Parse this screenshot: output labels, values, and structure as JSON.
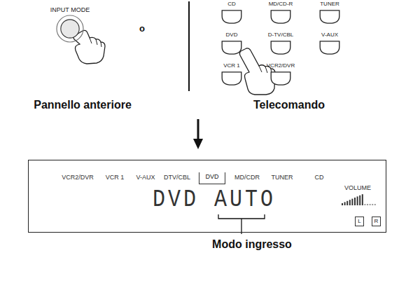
{
  "diagram": {
    "nodes": [
      {
        "text": [
          "INPUT MODE"
        ]
      },
      {
        "text": [
          "CD"
        ]
      },
      {
        "text": [
          "MD/CD-R"
        ]
      },
      {
        "text": [
          "TUNER"
        ]
      },
      {
        "text": [
          "DVD"
        ]
      },
      {
        "text": [
          "D-TV/CBL"
        ]
      },
      {
        "text": [
          "V-AUX"
        ]
      },
      {
        "text": [
          "VCR 1"
        ]
      },
      {
        "text": [
          "VCR2/DVR"
        ]
      },
      {
        "text": [
          "VCR2/DVR",
          "VCR 1",
          "V-AUX",
          "DTV/CBL",
          "MD/CDR",
          "TUNER",
          "CD",
          "VOLUME",
          "DVD AUTO"
        ]
      },
      {
        "text": [
          "DVD"
        ],
        "in": 9
      },
      {
        "text": [
          "L"
        ],
        "in": 9
      },
      {
        "text": [
          "R"
        ],
        "in": 9
      }
    ],
    "labels": [
      "o",
      "Pannello anteriore",
      "Telecomando",
      "Modo ingresso"
    ]
  }
}
